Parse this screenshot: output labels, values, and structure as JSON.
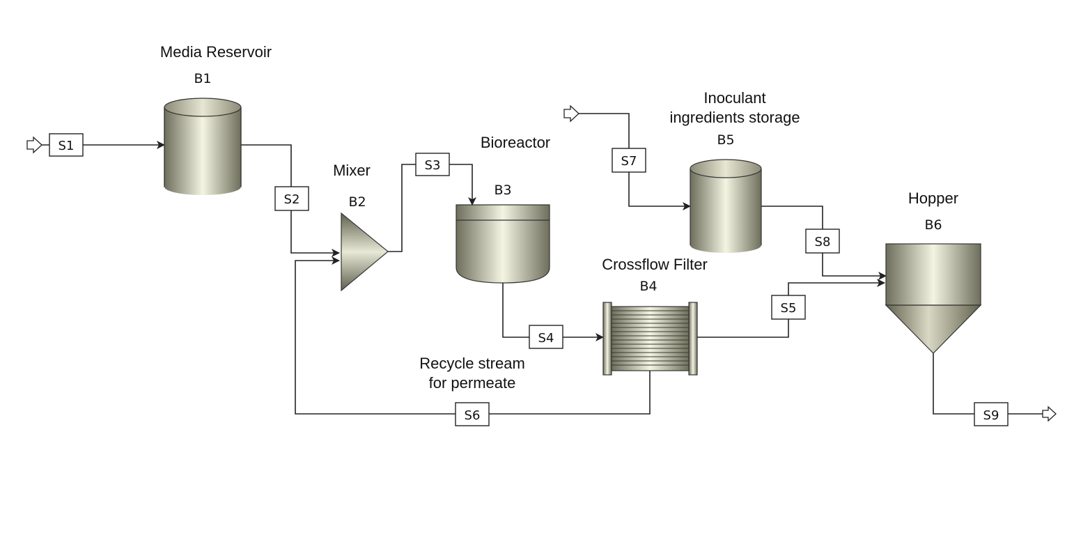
{
  "blocks": {
    "b1": {
      "id": "B1",
      "name": "Media Reservoir"
    },
    "b2": {
      "id": "B2",
      "name": "Mixer"
    },
    "b3": {
      "id": "B3",
      "name": "Bioreactor"
    },
    "b4": {
      "id": "B4",
      "name": "Crossflow Filter"
    },
    "b5": {
      "id": "B5",
      "name_line1": "Inoculant",
      "name_line2": "ingredients storage"
    },
    "b6": {
      "id": "B6",
      "name": "Hopper"
    }
  },
  "streams": {
    "s1": "S1",
    "s2": "S2",
    "s3": "S3",
    "s4": "S4",
    "s5": "S5",
    "s6": "S6",
    "s7": "S7",
    "s8": "S8",
    "s9": "S9"
  },
  "annotations": {
    "recycle_line1": "Recycle stream",
    "recycle_line2": "for permeate"
  },
  "colors": {
    "equipment_light": "#f4f4e2",
    "equipment_dark": "#6e6e5c",
    "line": "#222222"
  }
}
